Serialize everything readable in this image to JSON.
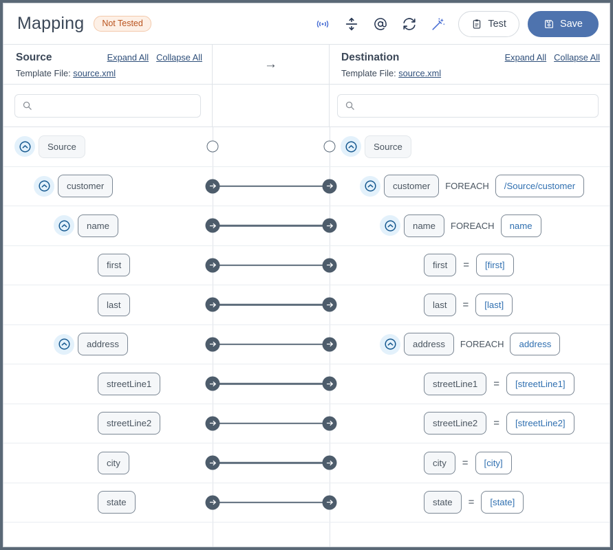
{
  "header": {
    "title": "Mapping",
    "status_badge": "Not Tested",
    "icons": [
      {
        "name": "broadcast-icon",
        "label": "Broadcast"
      },
      {
        "name": "split-icon",
        "label": "Split"
      },
      {
        "name": "at-icon",
        "label": "At"
      },
      {
        "name": "refresh-icon",
        "label": "Refresh"
      },
      {
        "name": "magic-wand-icon",
        "label": "Auto Map"
      }
    ],
    "test_label": "Test",
    "save_label": "Save",
    "accent_color": "#4e73ae",
    "badge_color": "#b9541f"
  },
  "panels": {
    "source": {
      "name": "Source",
      "expand_all": "Expand All",
      "collapse_all": "Collapse All",
      "template_label": "Template File:",
      "template_file": "source.xml",
      "search_placeholder": "",
      "search_value": ""
    },
    "middle": {
      "arrow": "→"
    },
    "destination": {
      "name": "Destination",
      "expand_all": "Expand All",
      "collapse_all": "Collapse All",
      "template_label": "Template File:",
      "template_file": "source.xml",
      "search_placeholder": "",
      "search_value": ""
    }
  },
  "rows": [
    {
      "id": "root",
      "depth": 1,
      "source": {
        "label": "Source",
        "expandable": true,
        "root": true
      },
      "connector": "circle",
      "destination": {
        "label": "Source",
        "expandable": true,
        "root": true,
        "op": "",
        "expr": ""
      }
    },
    {
      "id": "customer",
      "depth": 2,
      "source": {
        "label": "customer",
        "expandable": true,
        "root": false
      },
      "connector": "mapped",
      "destination": {
        "label": "customer",
        "expandable": true,
        "root": false,
        "op": "FOREACH",
        "expr": "/Source/customer"
      }
    },
    {
      "id": "name",
      "depth": 3,
      "source": {
        "label": "name",
        "expandable": true,
        "root": false
      },
      "connector": "mapped",
      "destination": {
        "label": "name",
        "expandable": true,
        "root": false,
        "op": "FOREACH",
        "expr": "name"
      }
    },
    {
      "id": "first",
      "depth": 4,
      "source": {
        "label": "first",
        "expandable": false,
        "root": false
      },
      "connector": "mapped",
      "destination": {
        "label": "first",
        "expandable": false,
        "root": false,
        "op": "=",
        "expr": "[first]"
      }
    },
    {
      "id": "last",
      "depth": 4,
      "source": {
        "label": "last",
        "expandable": false,
        "root": false
      },
      "connector": "mapped",
      "destination": {
        "label": "last",
        "expandable": false,
        "root": false,
        "op": "=",
        "expr": "[last]"
      }
    },
    {
      "id": "address",
      "depth": 3,
      "source": {
        "label": "address",
        "expandable": true,
        "root": false
      },
      "connector": "mapped",
      "destination": {
        "label": "address",
        "expandable": true,
        "root": false,
        "op": "FOREACH",
        "expr": "address"
      }
    },
    {
      "id": "streetLine1",
      "depth": 4,
      "source": {
        "label": "streetLine1",
        "expandable": false,
        "root": false
      },
      "connector": "mapped",
      "destination": {
        "label": "streetLine1",
        "expandable": false,
        "root": false,
        "op": "=",
        "expr": "[streetLine1]"
      }
    },
    {
      "id": "streetLine2",
      "depth": 4,
      "source": {
        "label": "streetLine2",
        "expandable": false,
        "root": false
      },
      "connector": "mapped",
      "destination": {
        "label": "streetLine2",
        "expandable": false,
        "root": false,
        "op": "=",
        "expr": "[streetLine2]"
      }
    },
    {
      "id": "city",
      "depth": 4,
      "source": {
        "label": "city",
        "expandable": false,
        "root": false
      },
      "connector": "mapped",
      "destination": {
        "label": "city",
        "expandable": false,
        "root": false,
        "op": "=",
        "expr": "[city]"
      }
    },
    {
      "id": "state",
      "depth": 4,
      "source": {
        "label": "state",
        "expandable": false,
        "root": false
      },
      "connector": "mapped",
      "destination": {
        "label": "state",
        "expandable": false,
        "root": false,
        "op": "=",
        "expr": "[state]"
      }
    }
  ]
}
